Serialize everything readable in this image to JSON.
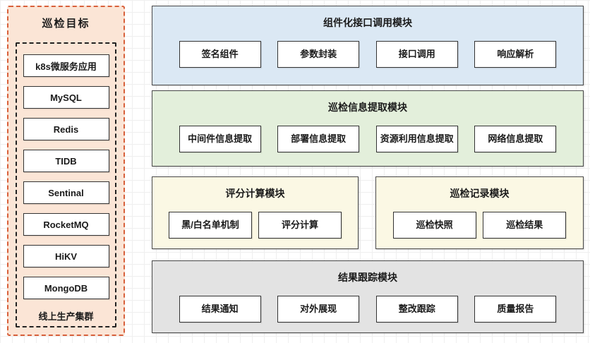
{
  "left_panel": {
    "title": "巡检目标",
    "items": [
      "k8s微服务应用",
      "MySQL",
      "Redis",
      "TIDB",
      "Sentinal",
      "RocketMQ",
      "HiKV",
      "MongoDB"
    ],
    "footer": "线上生产集群",
    "bg": "#fbe5d6",
    "border_color": "#d8603b"
  },
  "modules": [
    {
      "title": "组件化接口调用模块",
      "bg": "#dbe8f4",
      "items": [
        "签名组件",
        "参数封装",
        "接口调用",
        "响应解析"
      ]
    },
    {
      "title": "巡检信息提取模块",
      "bg": "#e3efdb",
      "items": [
        "中间件信息提取",
        "部署信息提取",
        "资源利用信息提取",
        "网络信息提取"
      ]
    },
    {
      "title": "评分计算模块",
      "bg": "#fbf8e4",
      "items": [
        "黑/白名单机制",
        "评分计算"
      ]
    },
    {
      "title": "巡检记录模块",
      "bg": "#fbf8e4",
      "items": [
        "巡检快照",
        "巡检结果"
      ]
    },
    {
      "title": "结果跟踪模块",
      "bg": "#e3e3e3",
      "items": [
        "结果通知",
        "对外展现",
        "整改跟踪",
        "质量报告"
      ]
    }
  ]
}
